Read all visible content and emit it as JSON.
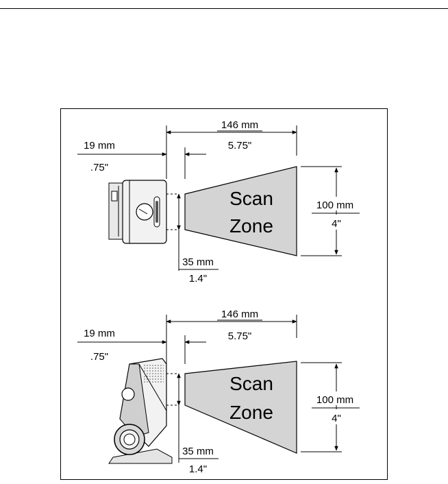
{
  "colors": {
    "line": "#000000",
    "scan_zone_fill": "#d4d4d4",
    "scanner_body": "#f2f2f2",
    "scanner_shadow": "#bfbfbf"
  },
  "diagrams": [
    {
      "view": "top",
      "depth_total": {
        "metric": "146 mm",
        "imperial": "5.75\""
      },
      "offset": {
        "metric": "19 mm",
        "imperial": ".75\""
      },
      "zone_height": {
        "metric": "100 mm",
        "imperial": "4\""
      },
      "window_height": {
        "metric": "35 mm",
        "imperial": "1.4\""
      },
      "zone_label": [
        "Scan",
        "Zone"
      ]
    },
    {
      "view": "side",
      "depth_total": {
        "metric": "146 mm",
        "imperial": "5.75\""
      },
      "offset": {
        "metric": "19 mm",
        "imperial": ".75\""
      },
      "zone_height": {
        "metric": "100 mm",
        "imperial": "4\""
      },
      "window_height": {
        "metric": "35 mm",
        "imperial": "1.4\""
      },
      "zone_label": [
        "Scan",
        "Zone"
      ]
    }
  ]
}
